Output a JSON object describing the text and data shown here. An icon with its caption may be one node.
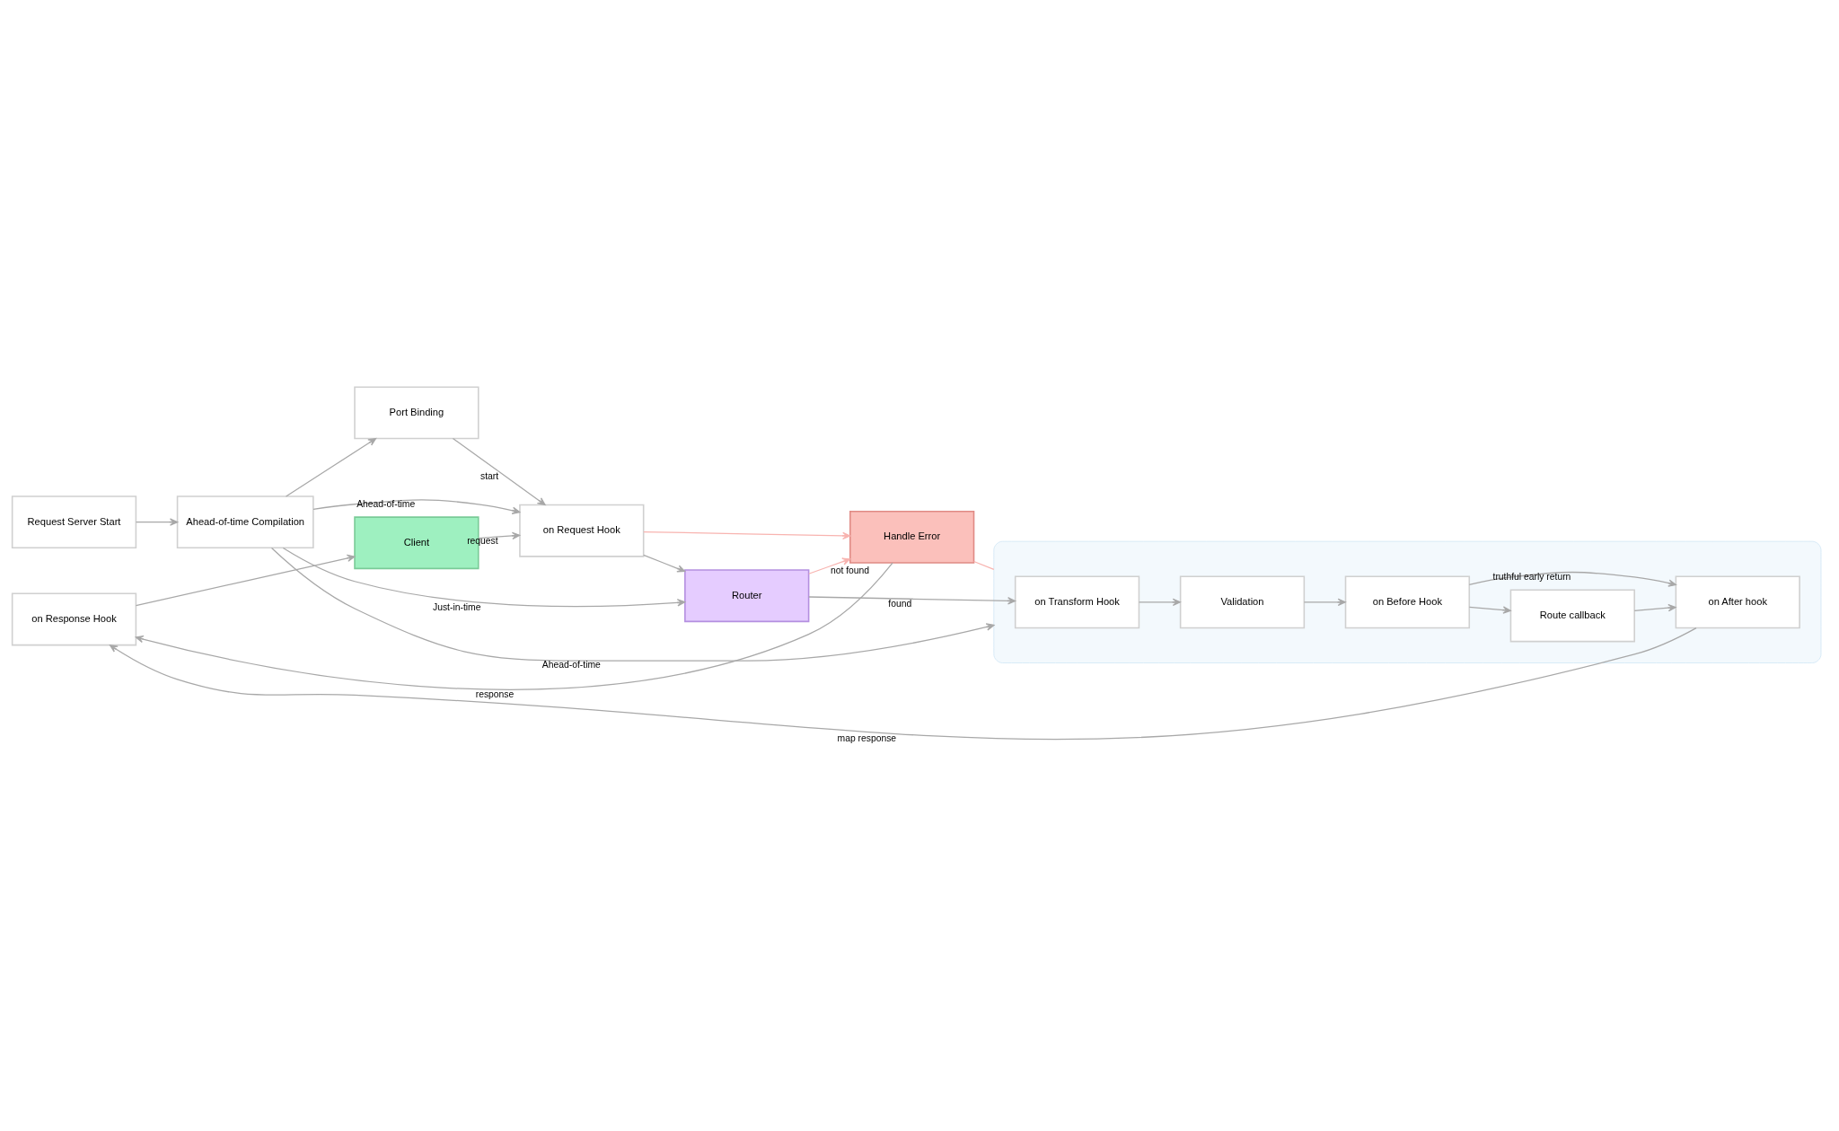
{
  "diagram": {
    "nodes": [
      {
        "text": [
          "Request Server Start"
        ]
      },
      {
        "text": [
          "Ahead-of-time Compilation"
        ]
      },
      {
        "text": [
          "Port Binding"
        ]
      },
      {
        "text": [
          "Client"
        ]
      },
      {
        "text": [
          "on Request Hook"
        ]
      },
      {
        "text": [
          "Router"
        ]
      },
      {
        "text": [
          "on Response Hook"
        ]
      },
      {
        "text": [
          "Handle Error"
        ]
      },
      {
        "text": [],
        "shape": "box"
      },
      {
        "text": [
          "on Transform Hook"
        ],
        "in": 8
      },
      {
        "text": [
          "Validation"
        ],
        "in": 8
      },
      {
        "text": [
          "on Before Hook"
        ],
        "in": 8
      },
      {
        "text": [
          "Route callback"
        ],
        "in": 8
      },
      {
        "text": [
          "on After hook"
        ],
        "in": 8
      }
    ],
    "edges": [
      {
        "from": 0,
        "to": 1,
        "arrow": "to"
      },
      {
        "from": 1,
        "to": 2,
        "arrow": "to"
      },
      {
        "from": 1,
        "to": 4,
        "arrow": "to",
        "label": "Ahead-of-time"
      },
      {
        "from": 1,
        "to": 5,
        "arrow": "to",
        "label": "Just-in-time"
      },
      {
        "from": 1,
        "to": 8,
        "arrow": "to",
        "label": "Ahead-of-time"
      },
      {
        "from": 2,
        "to": 4,
        "arrow": "to",
        "label": "start"
      },
      {
        "from": 3,
        "to": 4,
        "arrow": "to",
        "label": "request"
      },
      {
        "from": 4,
        "to": 5,
        "arrow": "to"
      },
      {
        "from": 4,
        "to": 7,
        "arrow": "to",
        "color": "#f8b4b0"
      },
      {
        "from": 5,
        "to": 7,
        "arrow": "to",
        "label": "not found",
        "color": "#f8b4b0"
      },
      {
        "from": 5,
        "to": 9,
        "arrow": "to",
        "label": "found"
      },
      {
        "from": 7,
        "to": 8,
        "arrow": "none",
        "color": "#f8b4b0"
      },
      {
        "from": 7,
        "to": 6,
        "arrow": "to",
        "label": "response"
      },
      {
        "from": 13,
        "to": 6,
        "arrow": "to",
        "label": "map response"
      },
      {
        "from": 6,
        "to": 3,
        "arrow": "to"
      },
      {
        "from": 9,
        "to": 10,
        "arrow": "to"
      },
      {
        "from": 10,
        "to": 11,
        "arrow": "to"
      },
      {
        "from": 11,
        "to": 12,
        "arrow": "to"
      },
      {
        "from": 12,
        "to": 13,
        "arrow": "to"
      },
      {
        "from": 11,
        "to": 13,
        "arrow": "to",
        "label": "truthful early return"
      }
    ]
  }
}
